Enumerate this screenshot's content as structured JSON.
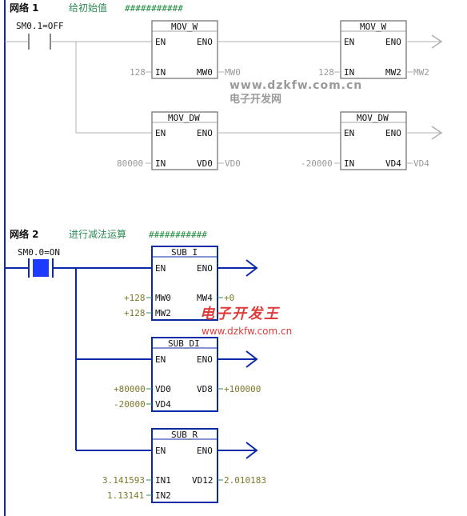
{
  "network1": {
    "title": "网络 1",
    "comment": "给初始值",
    "hashes": "###########",
    "contact": "SM0.1=OFF",
    "mov_w_1": {
      "name": "MOV_W",
      "en": "EN",
      "eno": "ENO",
      "in_label": "IN",
      "out_label": "MW0",
      "in_value": "128",
      "out_value": "MW0"
    },
    "mov_w_2": {
      "name": "MOV_W",
      "en": "EN",
      "eno": "ENO",
      "in_label": "IN",
      "out_label": "MW2",
      "in_value": "128",
      "out_value": "MW2"
    },
    "mov_dw_1": {
      "name": "MOV_DW",
      "en": "EN",
      "eno": "ENO",
      "in_label": "IN",
      "out_label": "VD0",
      "in_value": "80000",
      "out_value": "VD0"
    },
    "mov_dw_2": {
      "name": "MOV_DW",
      "en": "EN",
      "eno": "ENO",
      "in_label": "IN",
      "out_label": "VD4",
      "in_value": "-20000",
      "out_value": "VD4"
    }
  },
  "network2": {
    "title": "网络 2",
    "comment": "进行减法运算",
    "hashes": "###########",
    "contact": "SM0.0=ON",
    "sub_i": {
      "name": "SUB_I",
      "en": "EN",
      "eno": "ENO",
      "in1_label": "MW0",
      "in2_label": "MW2",
      "out_label": "MW4",
      "in1_value": "+128",
      "in2_value": "+128",
      "out_value": "+0"
    },
    "sub_di": {
      "name": "SUB_DI",
      "en": "EN",
      "eno": "ENO",
      "in1_label": "VD0",
      "in2_label": "VD4",
      "out_label": "VD8",
      "in1_value": "+80000",
      "in2_value": "-20000",
      "out_value": "+100000"
    },
    "sub_r": {
      "name": "SUB_R",
      "en": "EN",
      "eno": "ENO",
      "in1_label": "IN1",
      "in2_label": "IN2",
      "out_label": "VD12",
      "in1_value": "3.141593",
      "in2_value": "1.13141",
      "out_value": "2.010183"
    }
  },
  "watermarks": {
    "site1": "www.dzkfw.com.cn",
    "site1_cn": "电子开发网",
    "site2_cn": "电子开发王",
    "site2": "www.dzkfw.com.cn"
  },
  "colors": {
    "power_flow": "#0a2aa8",
    "contact_on": "#1e3cff",
    "inactive": "#b0b0b0",
    "box_border_active": "#0a2aa8",
    "box_border_inactive": "#888888",
    "value_active": "#7a7a2a",
    "value_inactive": "#a0a0a0"
  }
}
